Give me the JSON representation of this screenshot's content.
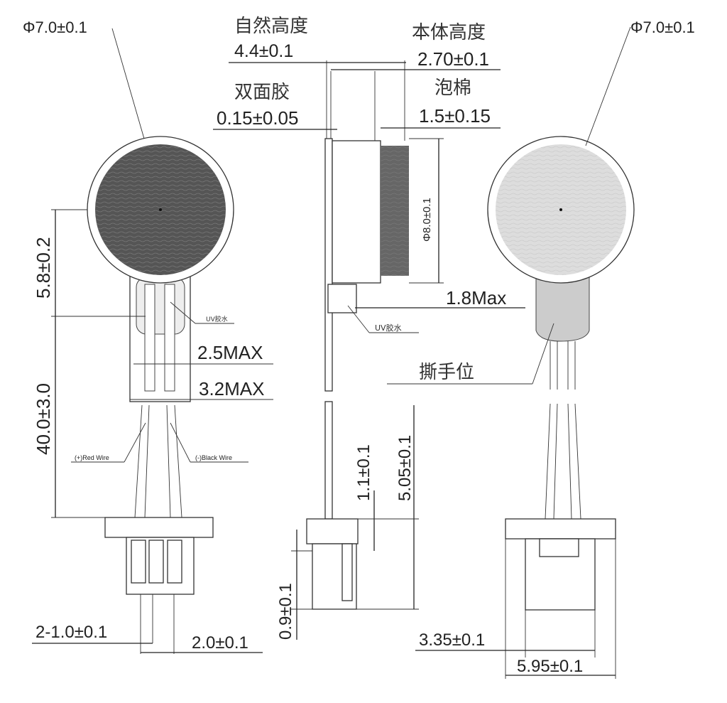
{
  "labels": {
    "diameter_left": "Φ7.0±0.1",
    "diameter_right": "Φ7.0±0.1",
    "natural_height_label": "自然高度",
    "natural_height_value": "4.4±0.1",
    "body_height_label": "本体高度",
    "body_height_value": "2.70±0.1",
    "adhesive_label": "双面胶",
    "adhesive_value": "0.15±0.05",
    "foam_label": "泡棉",
    "foam_value": "1.5±0.15",
    "side_diameter": "Φ8.0±0.1",
    "height_58": "5.8±0.2",
    "lead_length": "40.0±3.0",
    "width_25": "2.5MAX",
    "width_32": "3.2MAX",
    "uv_glue_left": "UV胶水",
    "uv_glue_mid": "UV胶水",
    "max_18": "1.8Max",
    "tear_position": "撕手位",
    "red_wire": "(+)Red Wire",
    "black_wire": "(-)Black Wire",
    "dim_11": "1.1±0.1",
    "dim_505": "5.05±0.1",
    "dim_09": "0.9±0.1",
    "pitch": "2-1.0±0.1",
    "dim_20": "2.0±0.1",
    "dim_335": "3.35±0.1",
    "dim_595": "5.95±0.1"
  }
}
